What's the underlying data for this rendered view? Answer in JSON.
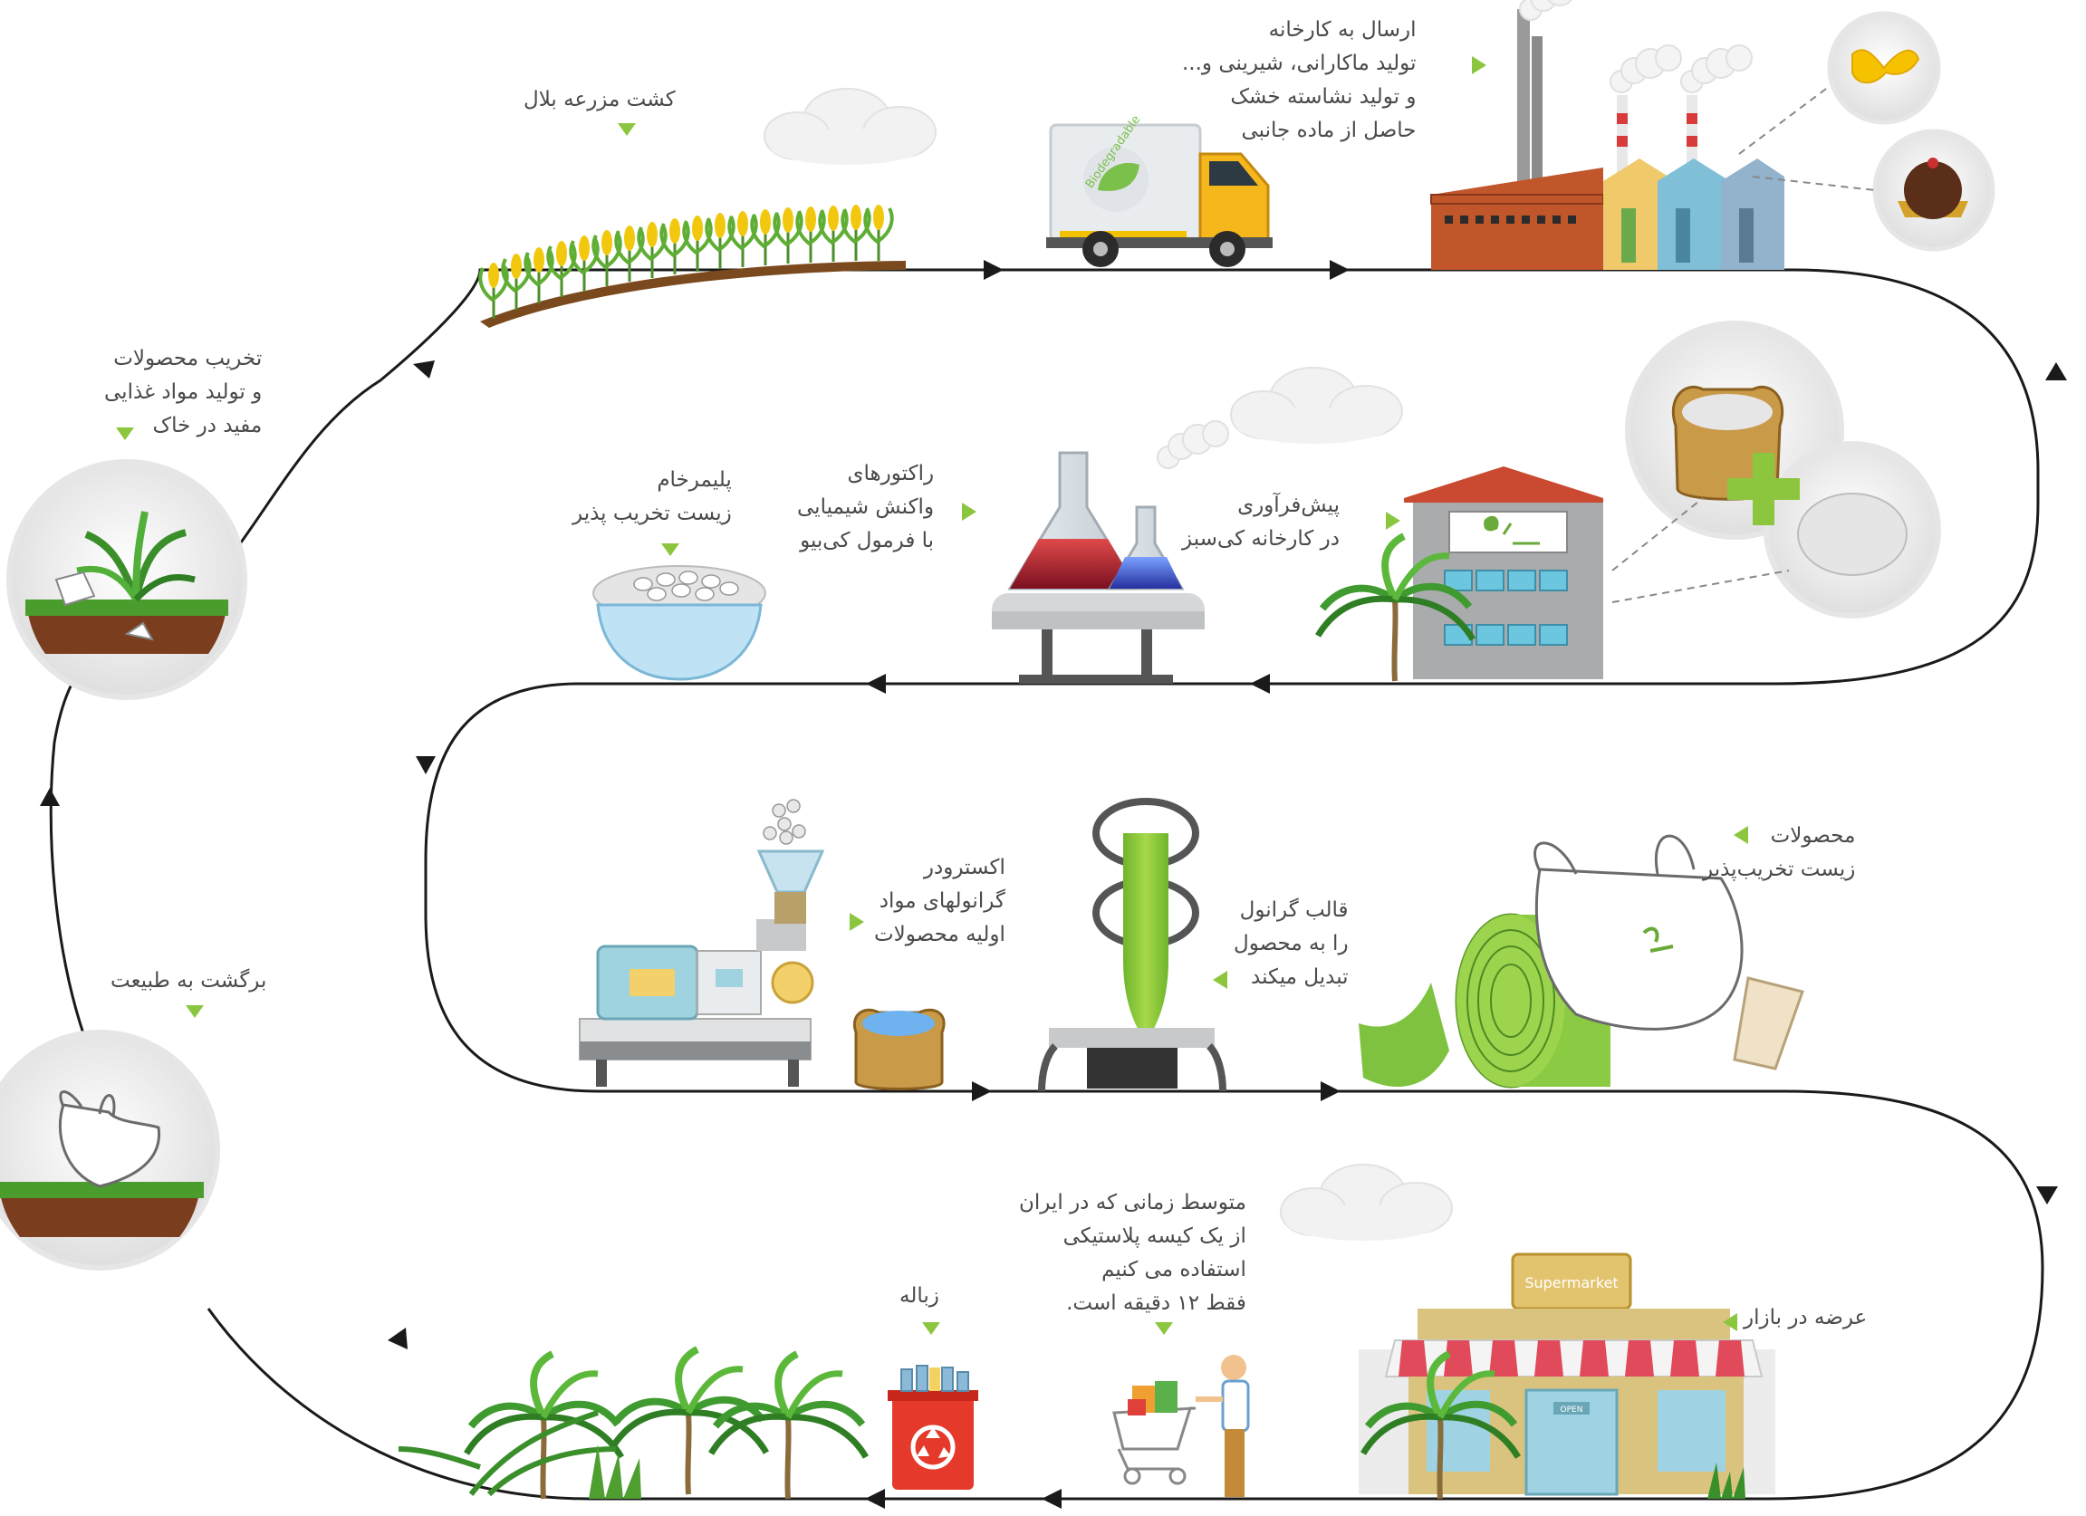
{
  "colors": {
    "path": "#1a1a1a",
    "accent_green": "#8cc63f",
    "label_text": "#4a4a4a",
    "factory_brick": "#c0562a",
    "recycle_red": "#e53a2b",
    "truck_yellow": "#f6b71c"
  },
  "steps": {
    "farm": {
      "lines": [
        "کشت مزرعه بلال"
      ]
    },
    "factory": {
      "lines": [
        "ارسال به کارخانه",
        "تولید ماکارانی، شیرینی و...",
        "و تولید نشاسته خشک",
        "حاصل از ماده جانبی"
      ]
    },
    "pretreat": {
      "lines": [
        "پیش‌فرآوری",
        "در کارخانه کی‌سبز"
      ]
    },
    "reactor": {
      "lines": [
        "راکتورهای",
        "واکنش شیمیایی",
        "با فرمول کی‌بیو"
      ]
    },
    "polymer": {
      "lines": [
        "پلیمرخام",
        "زیست تخریب پذیر"
      ]
    },
    "degrade": {
      "lines": [
        "تخریب محصولات",
        "و تولید مواد غذایی",
        "مفید در خاک"
      ]
    },
    "extruder": {
      "lines": [
        "اکسترودر",
        "گرانولهای مواد",
        "اولیه محصولات"
      ]
    },
    "mold": {
      "lines": [
        "قالب گرانول",
        "را به محصول",
        "تبدیل میکند"
      ]
    },
    "products": {
      "lines": [
        "محصولات",
        "زیست تخریب‌پذیر"
      ]
    },
    "nature": {
      "lines": [
        "برگشت به طبیعت"
      ]
    },
    "market": {
      "lines": [
        "عرضه در بازار"
      ]
    },
    "usage": {
      "lines": [
        "متوسط زمانی که در ایران",
        "از یک کیسه پلاستیکی",
        "استفاده می کنیم",
        "فقط ۱۲ دقیقه است."
      ]
    },
    "waste": {
      "lines": [
        "زباله"
      ]
    }
  },
  "signs": {
    "truck": "Biodegradable",
    "supermarket": "Supermarket",
    "open": "OPEN"
  },
  "icons": [
    "corn-field-icon",
    "truck-icon",
    "factory-icon",
    "pasta-icon",
    "cookie-icon",
    "sack-icon",
    "plus-icon",
    "kisabz-building-icon",
    "flask-icon",
    "bowl-icon",
    "extruder-icon",
    "mold-icon",
    "film-roll-icon",
    "bag-icon",
    "cup-icon",
    "supermarket-icon",
    "shopper-icon",
    "recycle-bin-icon",
    "cloud-icon",
    "soil-circle-icon"
  ]
}
